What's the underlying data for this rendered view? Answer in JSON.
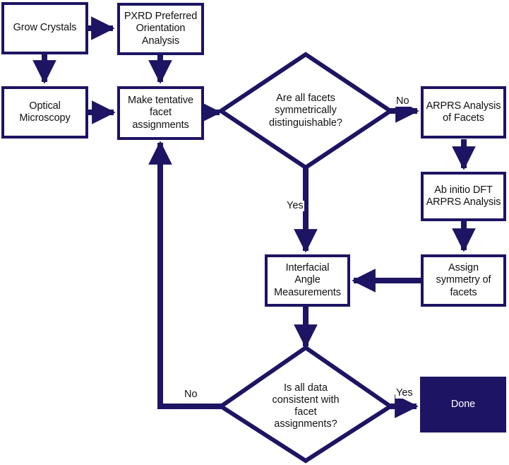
{
  "diagram": {
    "title": "Crystal facet assignment workflow flowchart",
    "colors": {
      "stroke": "#1d1463",
      "fill_white": "#ffffff",
      "fill_terminal": "#1d1463",
      "text": "#111111",
      "text_on_terminal": "#ffffff"
    },
    "nodes": [
      {
        "id": "grow-crystals",
        "shape": "box",
        "lines": [
          "Grow Crystals"
        ]
      },
      {
        "id": "pxrd",
        "shape": "box",
        "lines": [
          "PXRD Preferred",
          "Orientation",
          "Analysis"
        ]
      },
      {
        "id": "optical-microscopy",
        "shape": "box",
        "lines": [
          "Optical",
          "Microscopy"
        ]
      },
      {
        "id": "tentative-facets",
        "shape": "box",
        "lines": [
          "Make tentative",
          "facet",
          "assignments"
        ]
      },
      {
        "id": "facets-decision",
        "shape": "diamond",
        "lines": [
          "Are all facets",
          "symmetrically",
          "distinguishable?"
        ]
      },
      {
        "id": "arprs-facets",
        "shape": "box",
        "lines": [
          "ARPRS Analysis",
          "of Facets"
        ]
      },
      {
        "id": "dft-arprs",
        "shape": "box",
        "lines": [
          "Ab initio DFT",
          "ARPRS Analysis"
        ]
      },
      {
        "id": "assign-symmetry",
        "shape": "box",
        "lines": [
          "Assign",
          "symmetry of",
          "facets"
        ]
      },
      {
        "id": "interfacial-angle",
        "shape": "box",
        "lines": [
          "Interfacial",
          "Angle",
          "Measurements"
        ]
      },
      {
        "id": "data-decision",
        "shape": "diamond",
        "lines": [
          "Is all data",
          "consistent with",
          "facet",
          "assignments?"
        ]
      },
      {
        "id": "done",
        "shape": "box-terminal",
        "lines": [
          "Done"
        ]
      }
    ],
    "edge_labels": {
      "facets_no": "No",
      "facets_yes": "Yes",
      "data_no": "No",
      "data_yes": "Yes"
    }
  }
}
